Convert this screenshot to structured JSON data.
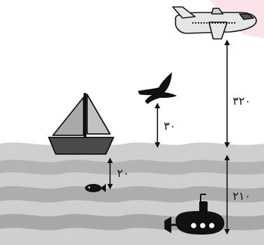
{
  "labels": {
    "airplane_height": "۳۲۰",
    "bird_height": "۳۰",
    "fish_depth": "۲۰",
    "submarine_depth": "۲۱۰"
  },
  "icons": {
    "airplane": "airplane-icon",
    "bird": "bird-icon",
    "sailboat": "sailboat-icon",
    "fish": "fish-icon",
    "submarine": "submarine-icon"
  },
  "colors": {
    "water_light": "#d8d8d8",
    "water_dark": "#a8a8a8",
    "sail": "#a9a9a9",
    "hull": "#4a4a4a",
    "pink_highlight": "#f6d3dc",
    "ink": "#111111"
  }
}
